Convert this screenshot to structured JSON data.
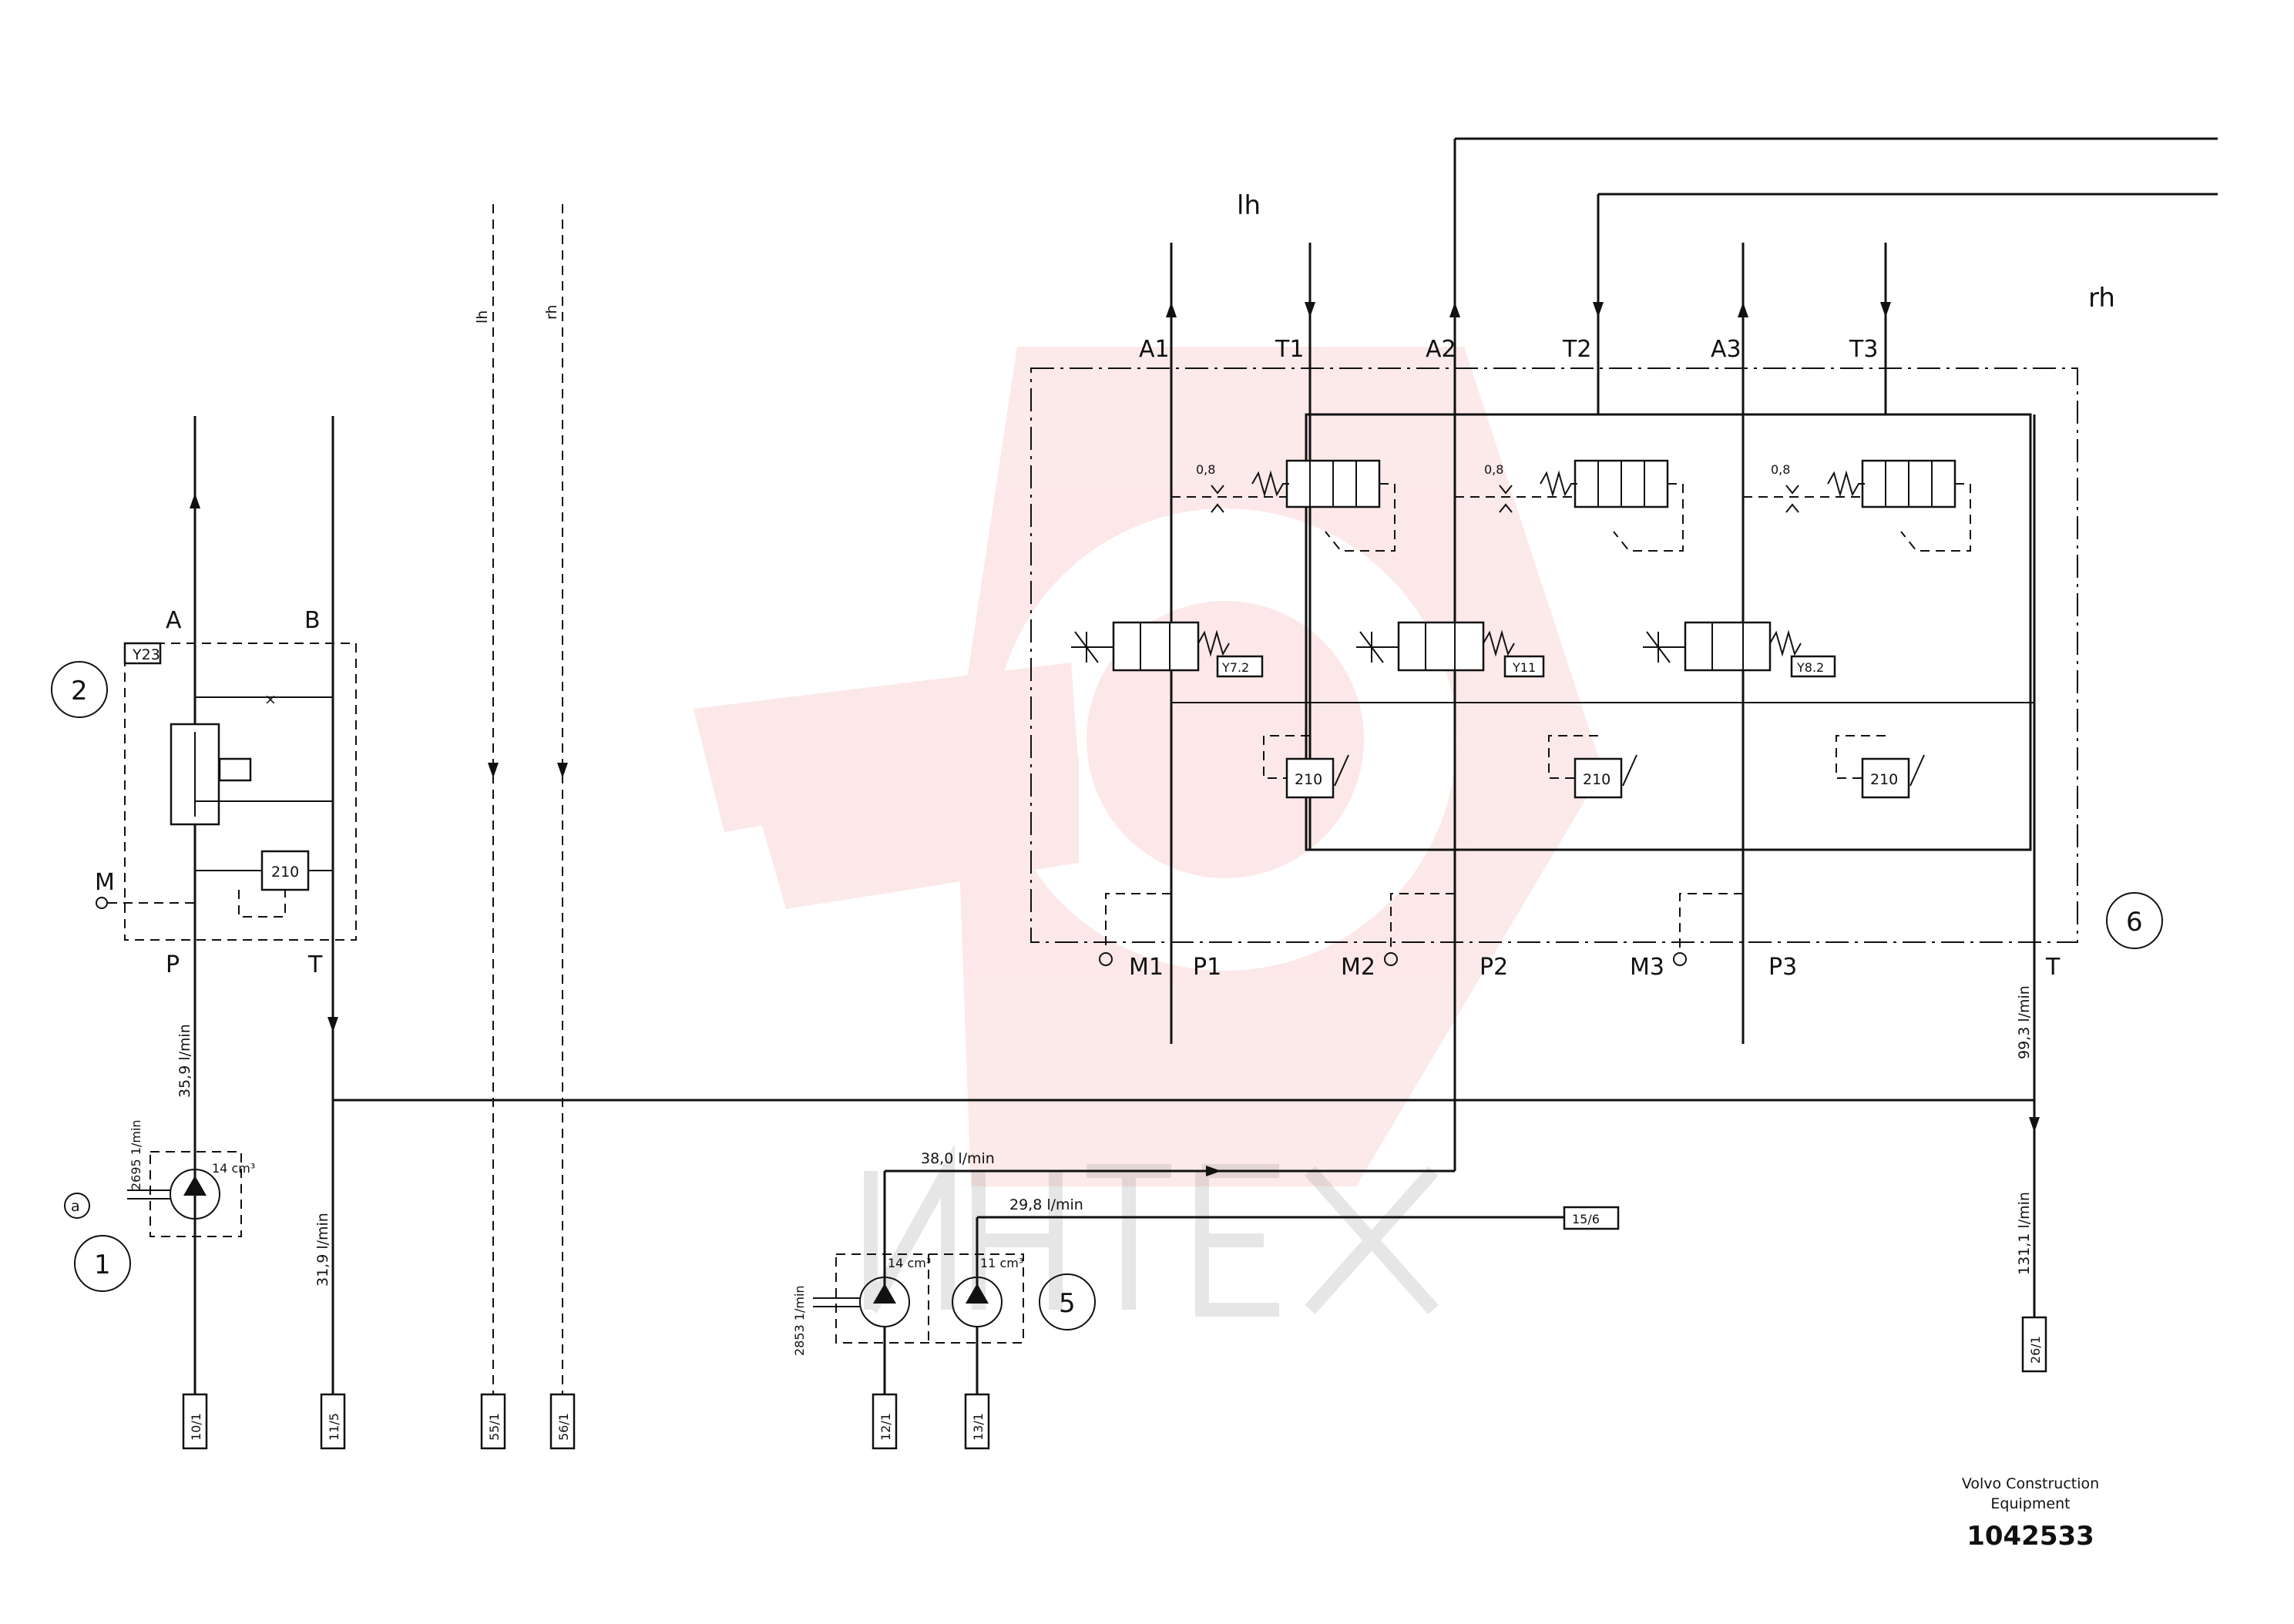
{
  "ports_top": [
    "A1",
    "T1",
    "A2",
    "T2",
    "A3",
    "T3"
  ],
  "ports_bottom": [
    "M1",
    "P1",
    "M2",
    "P2",
    "M3",
    "P3",
    "T"
  ],
  "side_labels": {
    "lh": "lh",
    "rh": "rh",
    "lh_dash": "lh",
    "rh_dash": "rh"
  },
  "valve2": {
    "A": "A",
    "B": "B",
    "P": "P",
    "T": "T",
    "M": "M",
    "code": "Y23",
    "relief": "210"
  },
  "callouts": {
    "c1": "1",
    "c2": "2",
    "c5": "5",
    "c6": "6",
    "ca": "a"
  },
  "orifice": [
    "0,8",
    "0,8",
    "0,8"
  ],
  "solenoids": [
    "Y7.2",
    "Y11",
    "Y8.2"
  ],
  "relief_valves": [
    "210",
    "210",
    "210"
  ],
  "pump1": {
    "speed": "2695 1/min",
    "displacement": "14 cm³"
  },
  "pump5": {
    "speed": "2853 1/min",
    "disp_a": "14 cm³",
    "disp_b": "11 cm³"
  },
  "flows": {
    "f1": "35,9 l/min",
    "f2": "31,9 l/min",
    "f3": "38,0 l/min",
    "f4": "29,8 l/min",
    "f5": "99,3 l/min",
    "f6": "131,1 l/min"
  },
  "refs": [
    "10/1",
    "11/5",
    "55/1",
    "56/1",
    "12/1",
    "13/1",
    "26/1",
    "15/6"
  ],
  "footer": {
    "company": "Volvo Construction",
    "sub": "Equipment",
    "number": "1042533"
  }
}
